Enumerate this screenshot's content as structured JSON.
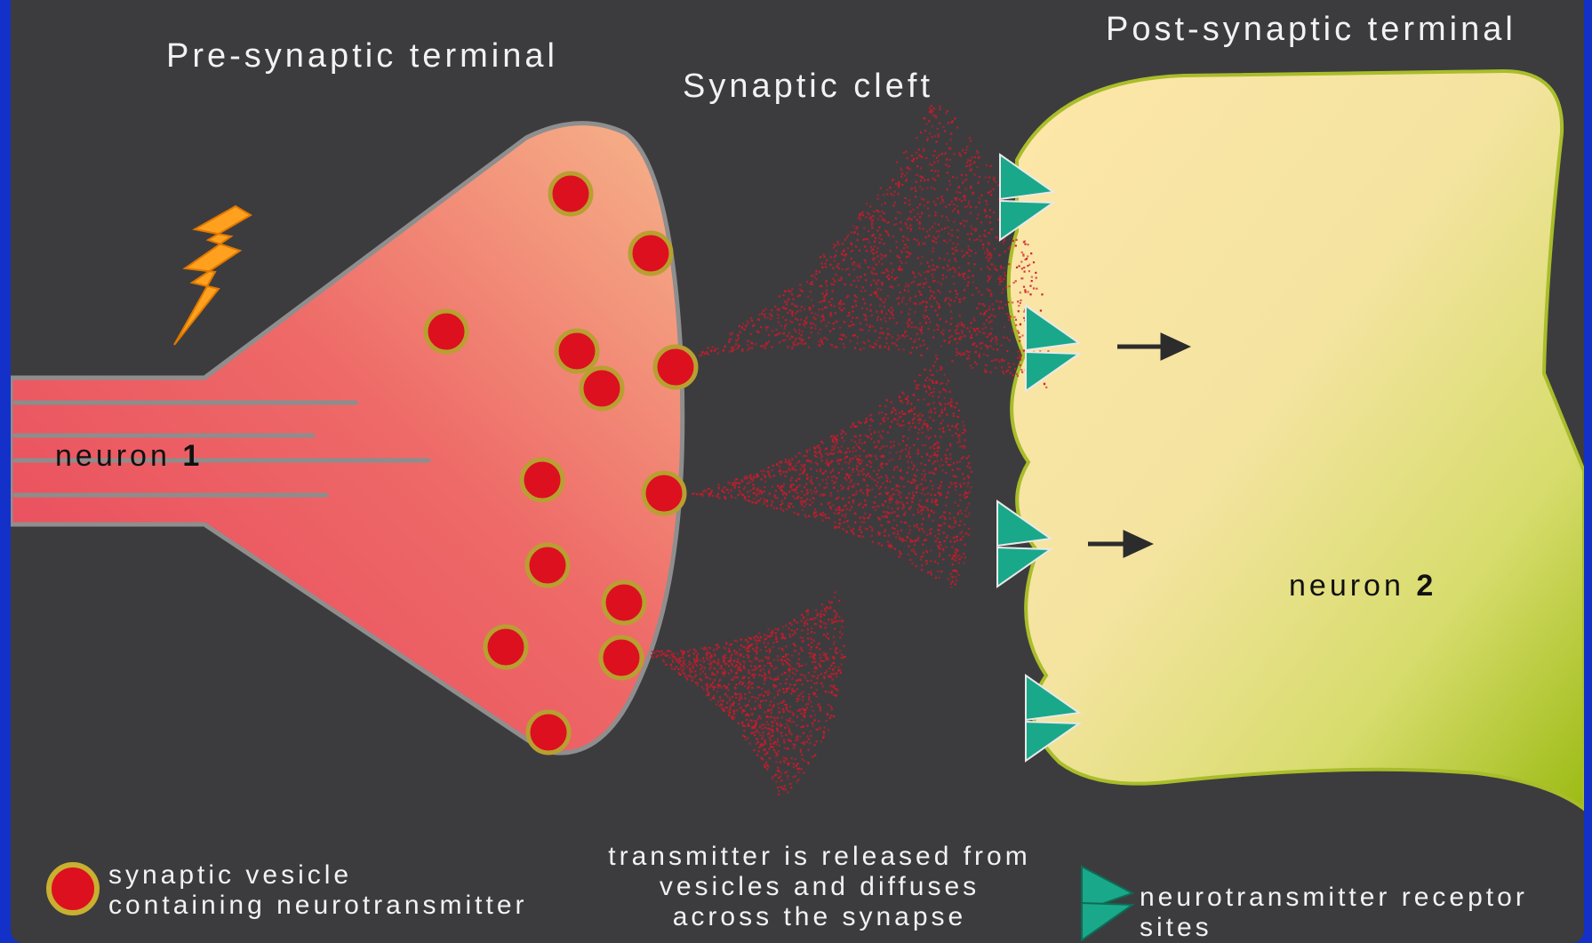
{
  "labels": {
    "pre_synaptic": "Pre-synaptic terminal",
    "cleft": "Synaptic cleft",
    "post_synaptic": "Post-synaptic terminal",
    "neuron1_word": "neuron",
    "neuron1_num": "1",
    "neuron2_word": "neuron",
    "neuron2_num": "2"
  },
  "legend": {
    "vesicle_line1": "synaptic vesicle",
    "vesicle_line2": "containing neurotransmitter",
    "release_line1": "transmitter is released from",
    "release_line2": "vesicles and diffuses",
    "release_line3": "across the synapse",
    "receptor_line1": "neurotransmitter receptor",
    "receptor_line2": "sites"
  },
  "colors": {
    "background": "#3c3c3e",
    "border": "#1330c8",
    "pre_terminal": "#e8465a",
    "pre_terminal_light": "#f6b48a",
    "vesicle": "#dd1020",
    "vesicle_ring": "#b8a030",
    "post_terminal": "#fde3a6",
    "post_terminal_dark": "#9cbb14",
    "receptor": "#1aa88a",
    "spark": "#ffa11e",
    "spray": "#cc1a2a"
  }
}
